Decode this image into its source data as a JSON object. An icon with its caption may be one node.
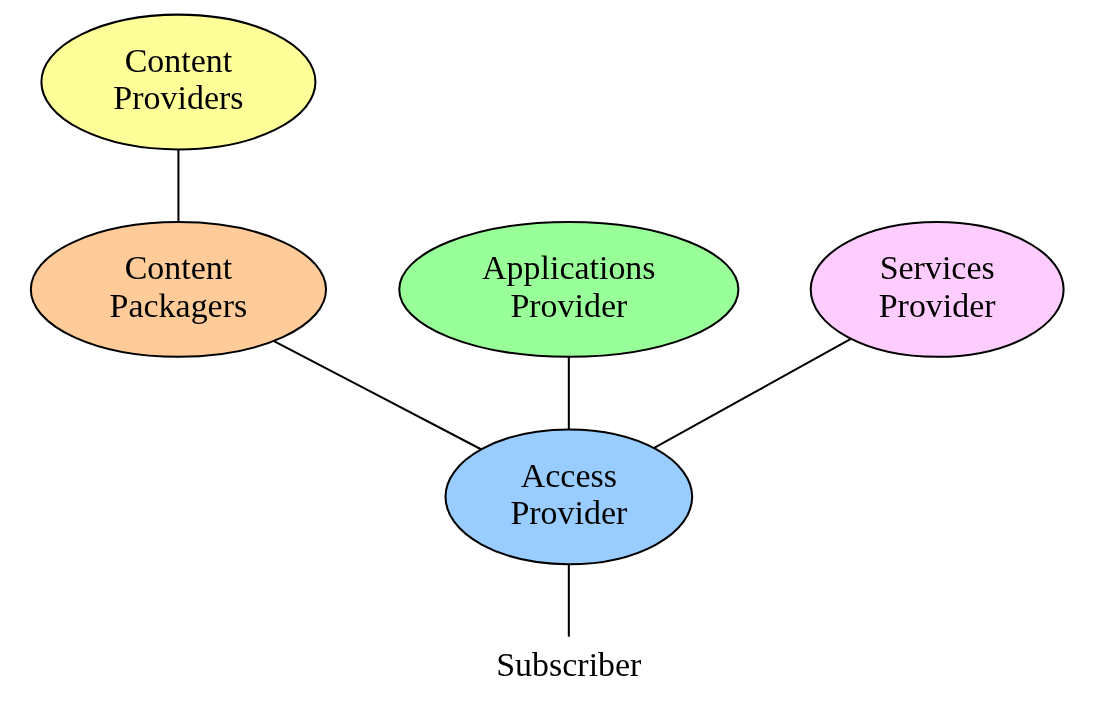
{
  "diagram": {
    "nodes": [
      {
        "text": [
          "Content Providers"
        ]
      },
      {
        "text": [
          "Applications Provider"
        ]
      },
      {
        "text": [
          "Content Packagers"
        ]
      },
      {
        "text": [
          "Services Provider"
        ]
      },
      {
        "text": [
          "Access Provider"
        ]
      },
      {
        "text": [
          "Subscriber"
        ]
      }
    ],
    "edges": [
      {
        "from": 0,
        "to": 2,
        "arrow": "none"
      },
      {
        "from": 1,
        "to": 4,
        "arrow": "none"
      },
      {
        "from": 2,
        "to": 4,
        "arrow": "none"
      },
      {
        "from": 3,
        "to": 4,
        "arrow": "none"
      },
      {
        "from": 4,
        "to": 5,
        "arrow": "none"
      }
    ]
  }
}
